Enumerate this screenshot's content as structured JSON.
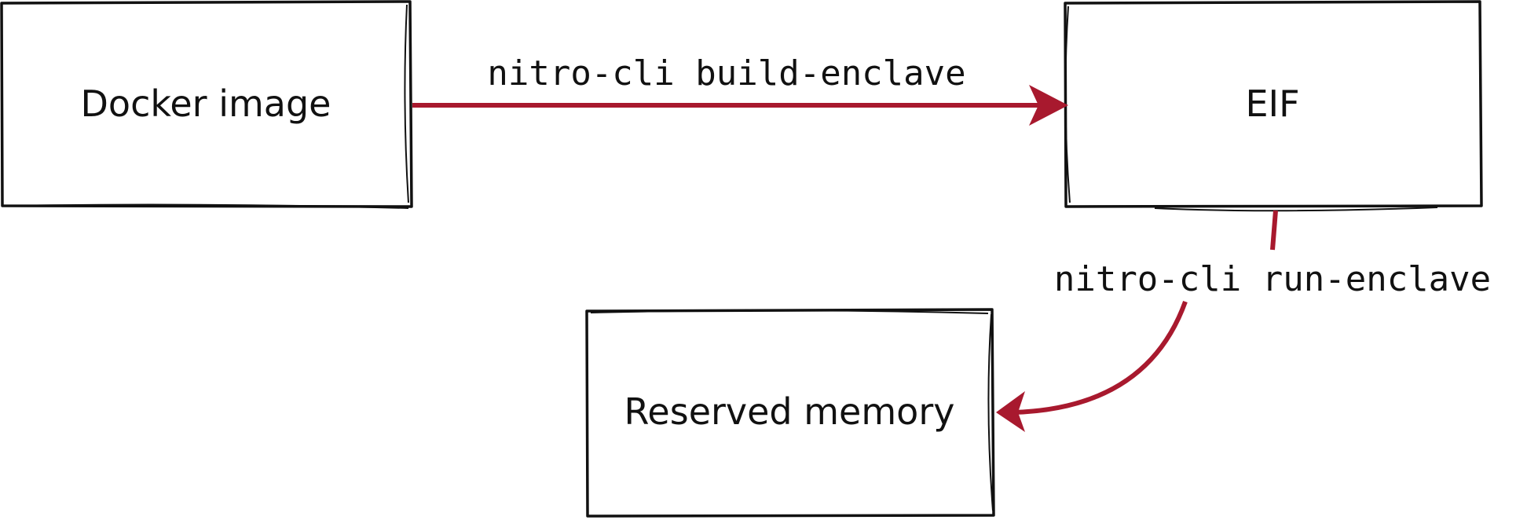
{
  "colors": {
    "arrow": "#a8192e",
    "stroke": "#111111",
    "background": "#ffffff"
  },
  "nodes": [
    {
      "id": "docker",
      "label": "Docker image"
    },
    {
      "id": "eif",
      "label": "EIF"
    },
    {
      "id": "memory",
      "label": "Reserved memory"
    }
  ],
  "edges": [
    {
      "from": "docker",
      "to": "eif",
      "label": "nitro-cli build-enclave"
    },
    {
      "from": "eif",
      "to": "memory",
      "label": "nitro-cli run-enclave"
    }
  ]
}
